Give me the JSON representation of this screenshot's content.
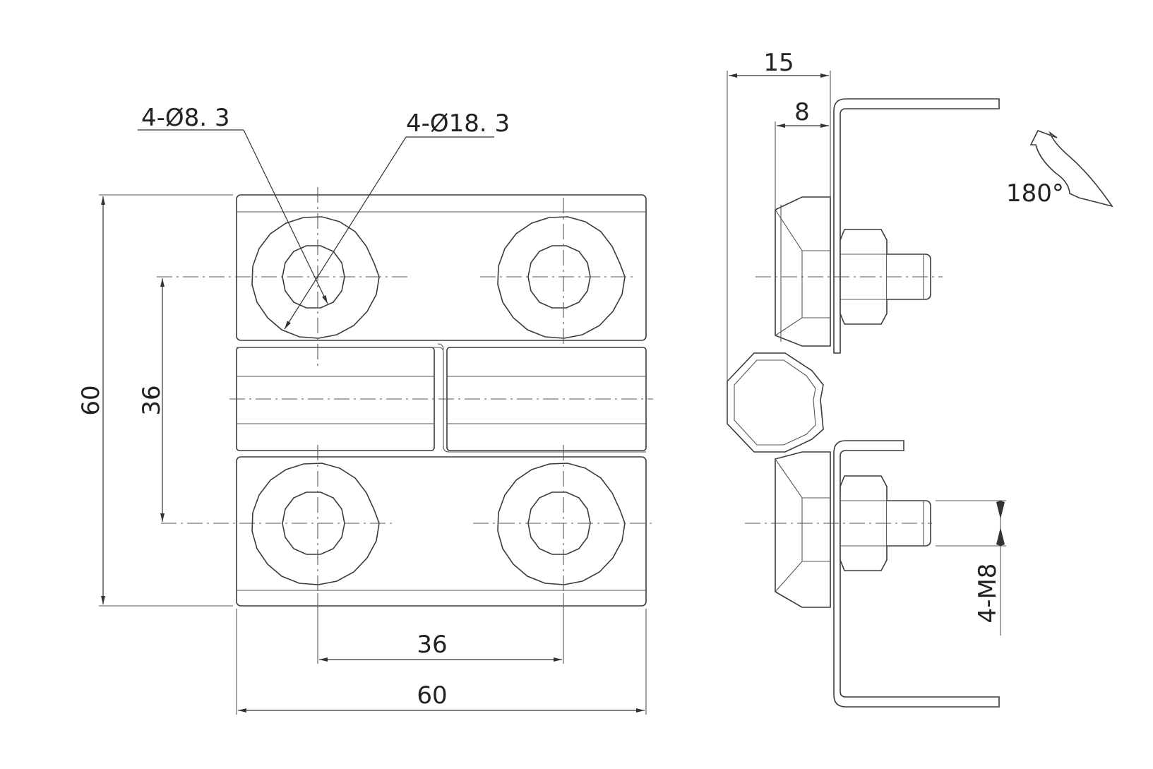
{
  "front_view": {
    "label_hole": "4-Ø8. 3",
    "label_counterbore": "4-Ø18. 3",
    "dim_height": "60",
    "dim_hole_pitch_v": "36",
    "dim_hole_pitch_h": "36",
    "dim_width": "60"
  },
  "side_view": {
    "dim_total": "15",
    "dim_leaf": "8",
    "rotation": "180°",
    "thread": "4-M8"
  },
  "colors": {
    "line": "#3a3a3a",
    "background": "#ffffff"
  }
}
